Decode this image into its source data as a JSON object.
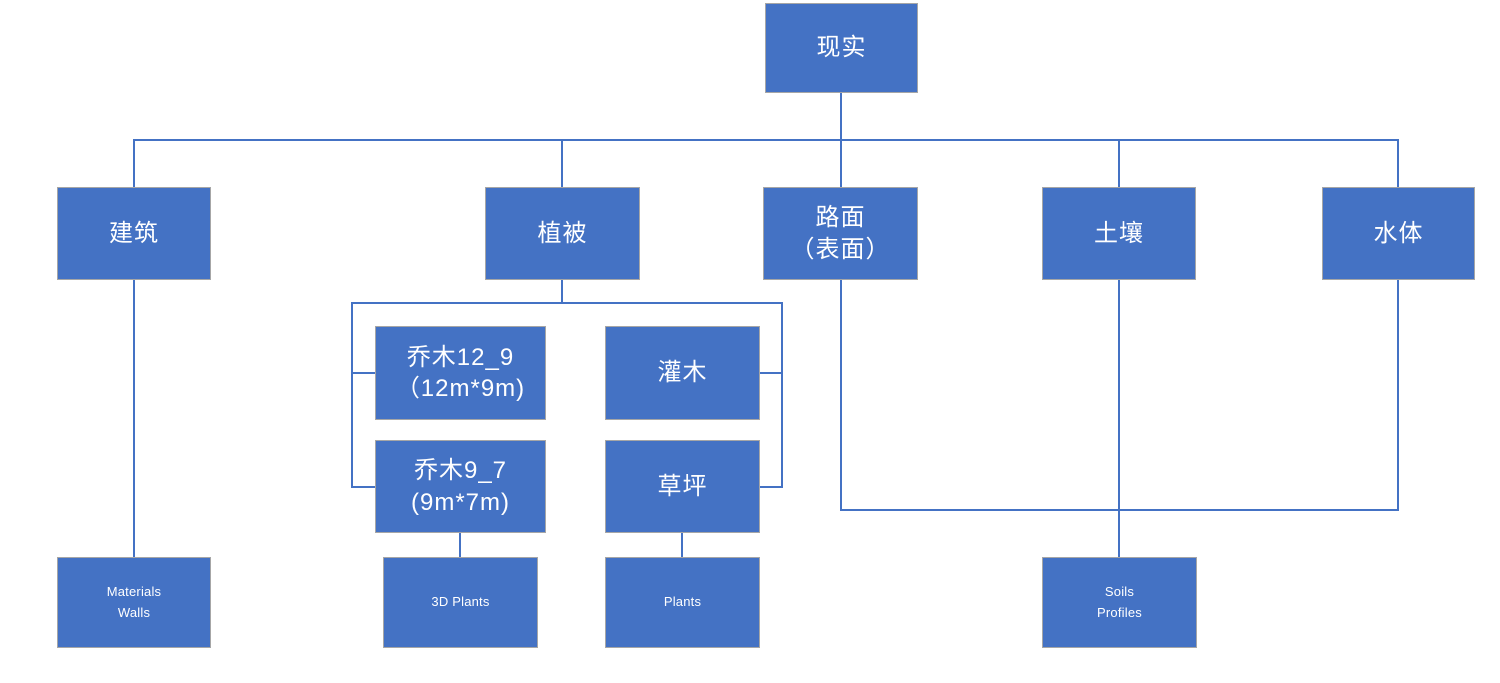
{
  "nodes": {
    "reality": {
      "label": "现实"
    },
    "building": {
      "label": "建筑"
    },
    "vegetation": {
      "label": "植被"
    },
    "road_surface": {
      "label": "路面\n（表面）"
    },
    "soil": {
      "label": "土壤"
    },
    "water": {
      "label": "水体"
    },
    "tree_12_9": {
      "label": "乔木12_9\n（12m*9m)"
    },
    "shrub": {
      "label": "灌木"
    },
    "tree_9_7": {
      "label": "乔木9_7\n(9m*7m)"
    },
    "lawn": {
      "label": "草坪"
    },
    "materials_walls": {
      "label": "Materials\nWalls"
    },
    "plants_3d": {
      "label": "3D Plants"
    },
    "plants": {
      "label": "Plants"
    },
    "soils_profiles": {
      "label": "Soils\nProfiles"
    }
  },
  "edges": [
    [
      "现实",
      "建筑"
    ],
    [
      "现实",
      "植被"
    ],
    [
      "现实",
      "路面（表面）"
    ],
    [
      "现实",
      "土壤"
    ],
    [
      "现实",
      "水体"
    ],
    [
      "植被",
      "乔木12_9（12m*9m)"
    ],
    [
      "植被",
      "乔木9_7 (9m*7m)"
    ],
    [
      "植被",
      "灌木"
    ],
    [
      "植被",
      "草坪"
    ],
    [
      "建筑",
      "Materials Walls"
    ],
    [
      "乔木9_7 (9m*7m)",
      "3D Plants"
    ],
    [
      "草坪",
      "Plants"
    ],
    [
      "土壤",
      "Soils Profiles"
    ],
    [
      "路面（表面）",
      "水体"
    ]
  ],
  "colors": {
    "node_fill": "#4472C4",
    "node_border": "#A6A6A6",
    "connector": "#4472C4",
    "node_text": "#FFFFFF",
    "background": "#FFFFFF"
  }
}
